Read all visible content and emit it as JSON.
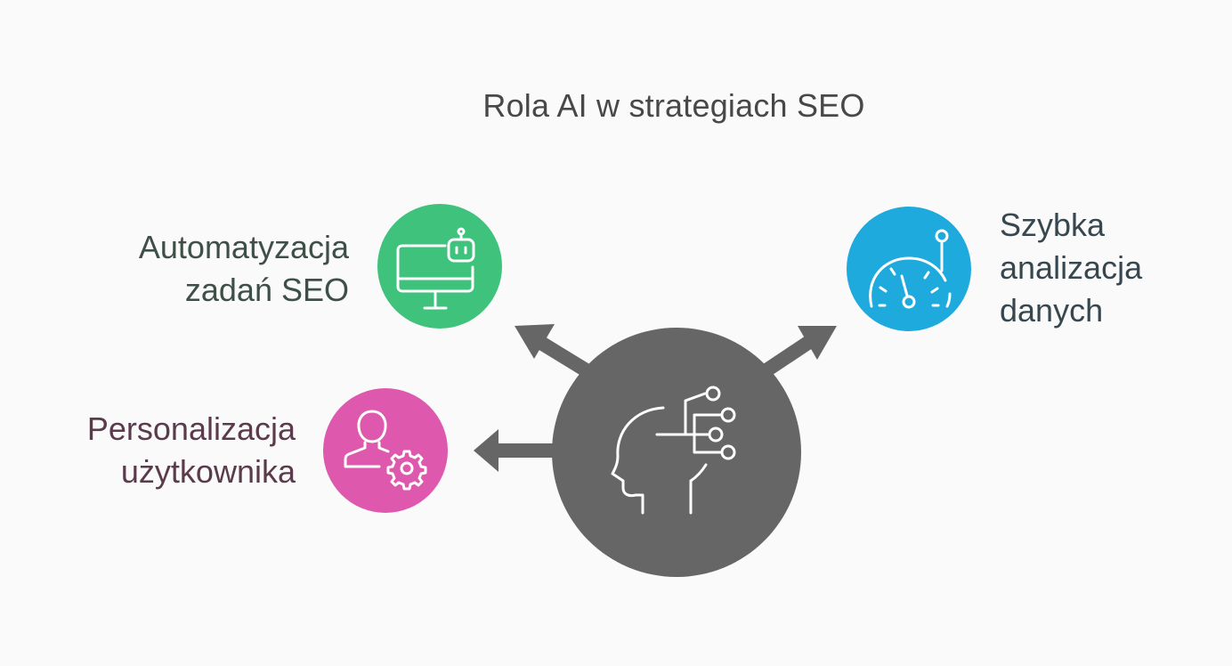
{
  "title": "Rola AI w strategiach SEO",
  "nodes": [
    {
      "id": "automation",
      "lines": [
        "Automatyzacja",
        "zadań SEO"
      ],
      "color": "#3ec27c",
      "icon": "computer-robot-icon"
    },
    {
      "id": "personalization",
      "lines": [
        "Personalizacja",
        "użytkownika"
      ],
      "color": "#de58ad",
      "icon": "user-gear-icon"
    },
    {
      "id": "analysis",
      "lines": [
        "Szybka",
        "analizacja",
        "danych"
      ],
      "color": "#1eaadd",
      "icon": "speedometer-icon"
    }
  ],
  "center": {
    "color": "#666666",
    "icon": "ai-head-icon"
  },
  "colors": {
    "arrow": "#666666",
    "background": "#fafafa",
    "icon_stroke": "#ffffff"
  }
}
